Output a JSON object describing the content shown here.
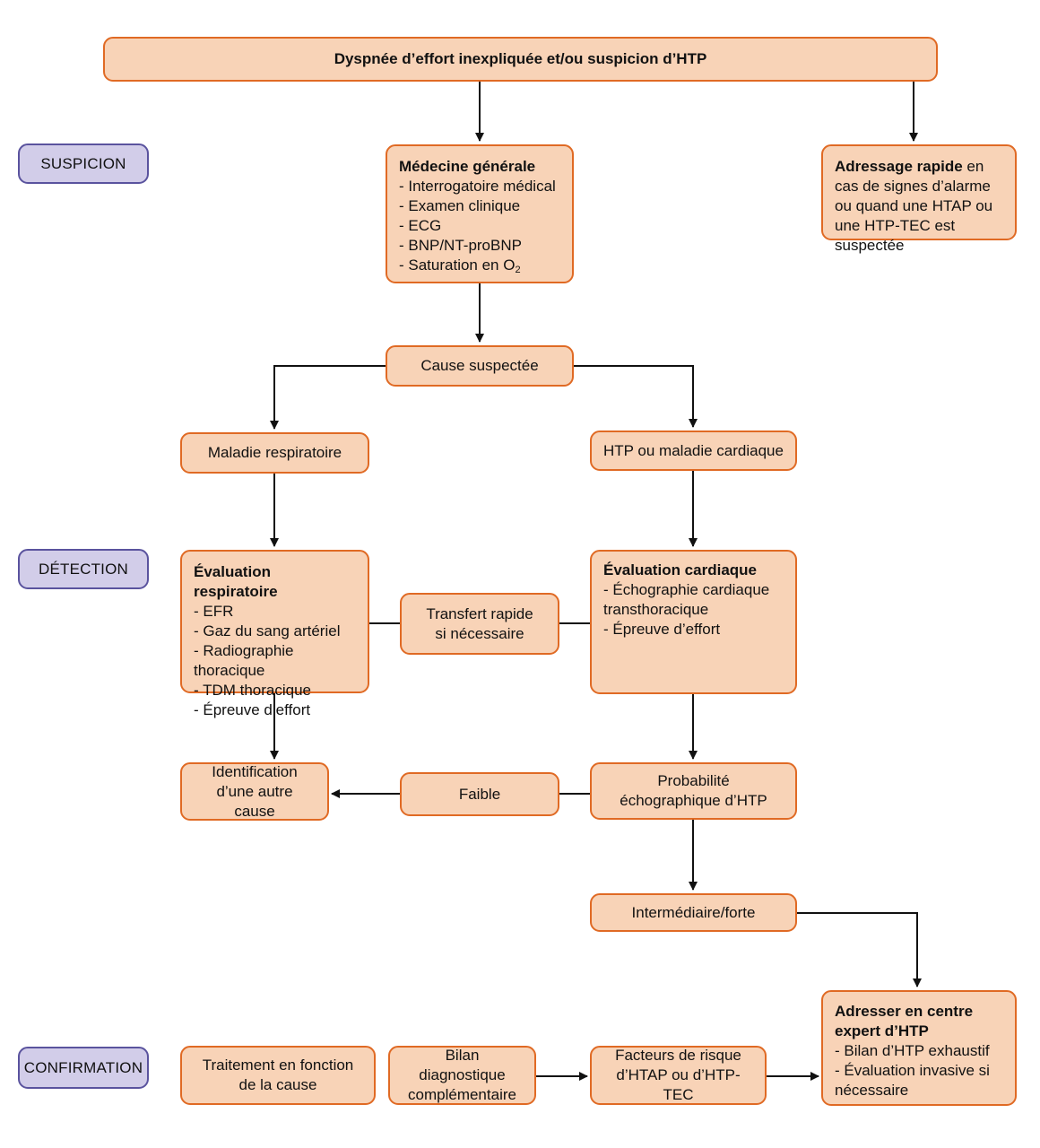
{
  "stages": {
    "suspicion": "SUSPICION",
    "detection": "DÉTECTION",
    "confirmation": "CONFIRMATION"
  },
  "top": "Dyspnée d’effort inexpliquée et/ou suspicion d’HTP",
  "general_medicine": {
    "title": "Médecine générale",
    "items": [
      "- Interrogatoire médical",
      "- Examen clinique",
      "- ECG",
      "- BNP/NT-proBNP"
    ],
    "saturation_prefix": "- Saturation en O",
    "saturation_subscript": "2"
  },
  "rapid_referral": {
    "title": "Adressage rapide",
    "text": " en cas de signes d’alarme ou quand une HTAP ou une HTP-TEC est suspectée"
  },
  "suspected_cause": "Cause suspectée",
  "respiratory_disease": "Maladie respiratoire",
  "cardiac_disease": "HTP ou maladie cardiaque",
  "respiratory_eval": {
    "title": "Évaluation respiratoire",
    "items": [
      "- EFR",
      "- Gaz du sang artériel",
      "- Radiographie thoracique",
      "- TDM thoracique",
      "- Épreuve d’effort"
    ]
  },
  "rapid_transfer": "Transfert rapide si nécessaire",
  "cardiac_eval": {
    "title": "Évaluation cardiaque",
    "items": [
      "- Échographie cardiaque transthoracique",
      "- Épreuve d’effort"
    ]
  },
  "other_cause": "Identification d’une autre cause",
  "low": "Faible",
  "echo_probability": "Probabilité échographique d’HTP",
  "intermediate_high": "Intermédiaire/forte",
  "expert_center": {
    "title": "Adresser en centre expert d’HTP",
    "items": [
      "- Bilan d’HTP exhaustif",
      "- Évaluation invasive si nécessaire"
    ]
  },
  "treatment": "Traitement en fonction de la cause",
  "diagnostic_workup": "Bilan diagnostique complémentaire",
  "risk_factors": "Facteurs de risque d’HTAP ou d’HTP-TEC",
  "colors": {
    "box_fill": "#f8d3b7",
    "box_border": "#e06a24",
    "stage_fill": "#d2cde9",
    "stage_border": "#5a539e",
    "arrow": "#111111"
  }
}
